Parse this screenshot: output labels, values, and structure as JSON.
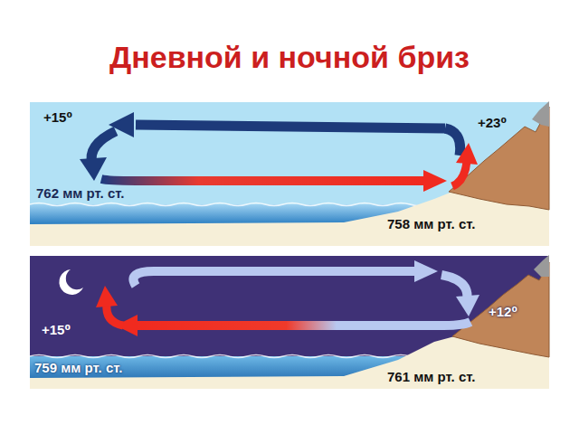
{
  "diagram": {
    "title": "Дневной и ночной бриз",
    "labels": [
      "+15⁰",
      "+23⁰",
      "762 мм рт. ст.",
      "758 мм рт. ст.",
      "+15⁰",
      "+12⁰",
      "759 мм рт. ст.",
      "761 мм рт. ст."
    ]
  }
}
